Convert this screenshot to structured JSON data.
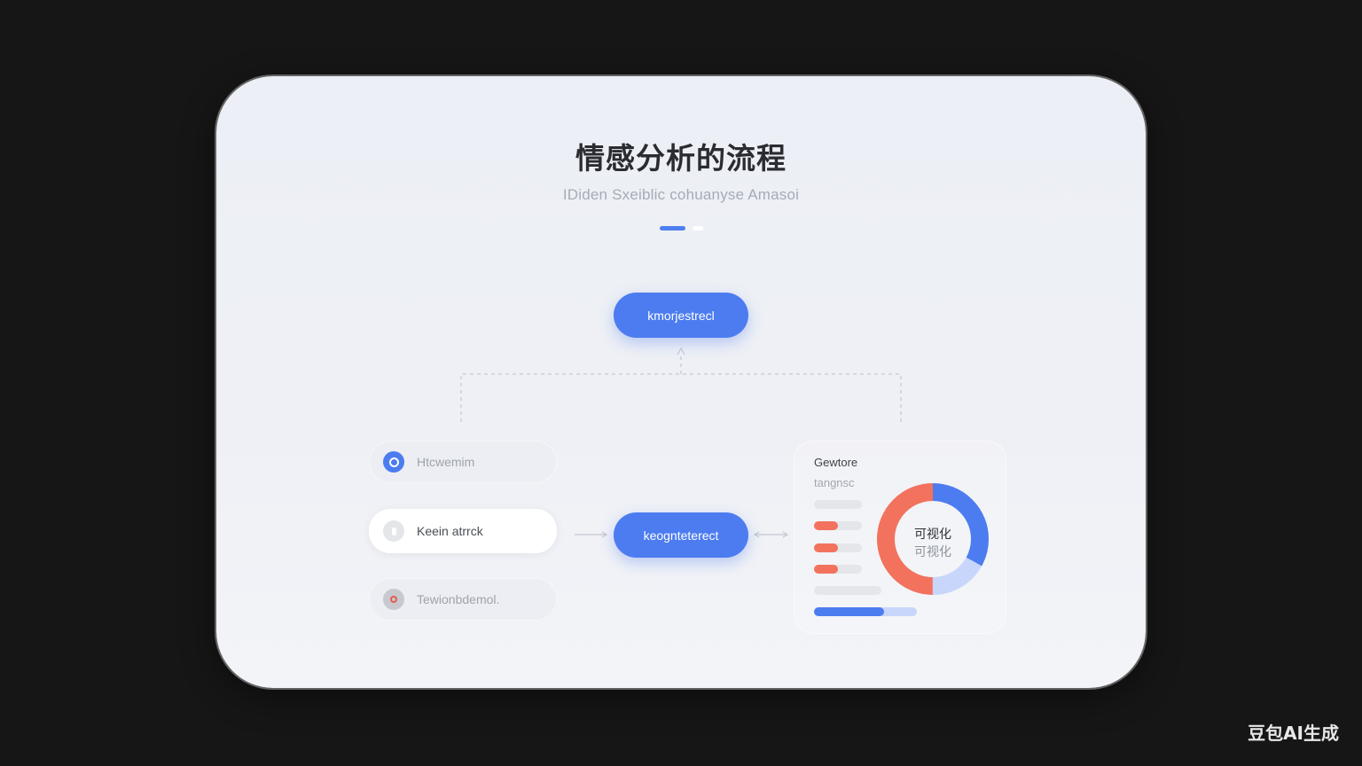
{
  "header": {
    "title": "情感分析的流程",
    "subtitle": "IDiden Sxeiblic cohuanyse Amasoi"
  },
  "pagination": {
    "active_index": 0,
    "count": 2
  },
  "flow": {
    "top_button": "kmorjestrecl",
    "middle_button": "keognteterect"
  },
  "inputs": [
    {
      "label": "Htcwemim",
      "icon": "circle-icon",
      "active": false
    },
    {
      "label": "Keein atrrck",
      "icon": "document-icon",
      "active": true
    },
    {
      "label": "Tewionbdemol.",
      "icon": "shield-icon",
      "active": false
    }
  ],
  "panel": {
    "title": "Gewtore",
    "subtitle": "tangnsc",
    "bars": [
      {
        "value": 0.0,
        "color": "#e4e6ea"
      },
      {
        "value": 0.5,
        "color": "#f2725e"
      },
      {
        "value": 0.5,
        "color": "#f2725e"
      },
      {
        "value": 0.5,
        "color": "#f2725e"
      },
      {
        "value": 0.0,
        "color": "#e4e6ea"
      }
    ],
    "progress": {
      "value": 0.68,
      "fill_color": "#4c7cf0",
      "track_color": "#c8d6fb"
    },
    "donut": {
      "label_primary": "可视化",
      "label_secondary": "可视化",
      "segments": [
        {
          "value": 0.5,
          "color": "#f2725e"
        },
        {
          "value": 0.33,
          "color": "#4c7cf0"
        },
        {
          "value": 0.17,
          "color": "#c8d6fb"
        }
      ]
    }
  },
  "colors": {
    "accent": "#4c7cf0",
    "negative": "#f2725e",
    "background": "#161616"
  },
  "watermark": "豆包AI生成"
}
